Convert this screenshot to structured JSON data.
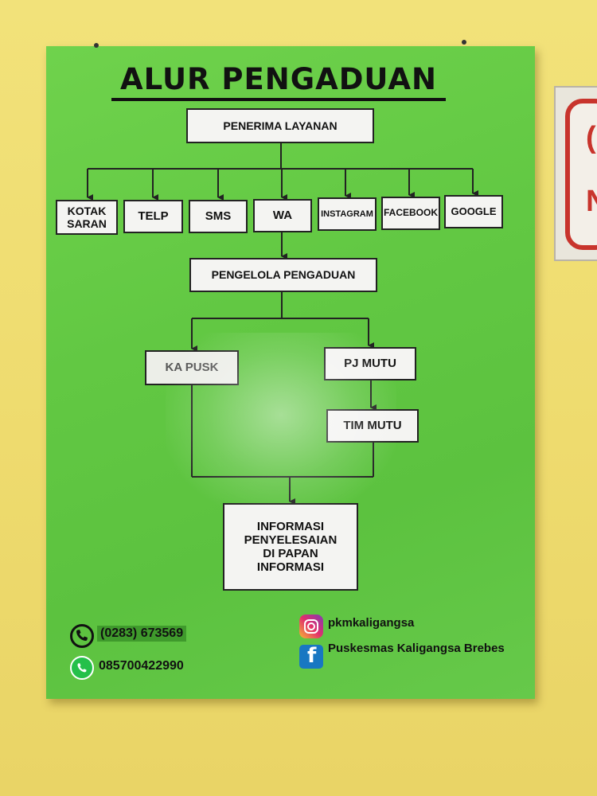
{
  "poster": {
    "title": "ALUR PENGADUAN",
    "receiver": "PENERIMA LAYANAN",
    "channels": [
      "KOTAK SARAN",
      "TELP",
      "SMS",
      "WA",
      "INSTAGRAM",
      "FACEBOOK",
      "GOOGLE"
    ],
    "channel_kotak_line1": "KOTAK",
    "channel_kotak_line2": "SARAN",
    "manager": "PENGELOLA PENGADUAN",
    "head": "KA PUSK",
    "pj_mutu": "PJ MUTU",
    "tim_mutu": "TIM MUTU",
    "result_lines": [
      "INFORMASI",
      "PENYELESAIAN",
      "DI PAPAN",
      "INFORMASI"
    ]
  },
  "contacts": {
    "phone": "(0283) 673569",
    "whatsapp": "085700422990",
    "instagram": "pkmkaligangsa",
    "facebook": "Puskesmas Kaligangsa Brebes"
  },
  "colors": {
    "poster_green": "#62c843",
    "wall_yellow": "#f0df72",
    "box_fill": "#f4f4f2",
    "phone_highlight": "#3f9a2c"
  },
  "icons": {
    "phone": "phone-icon",
    "whatsapp": "whatsapp-icon",
    "instagram": "instagram-icon",
    "facebook": "facebook-icon"
  }
}
